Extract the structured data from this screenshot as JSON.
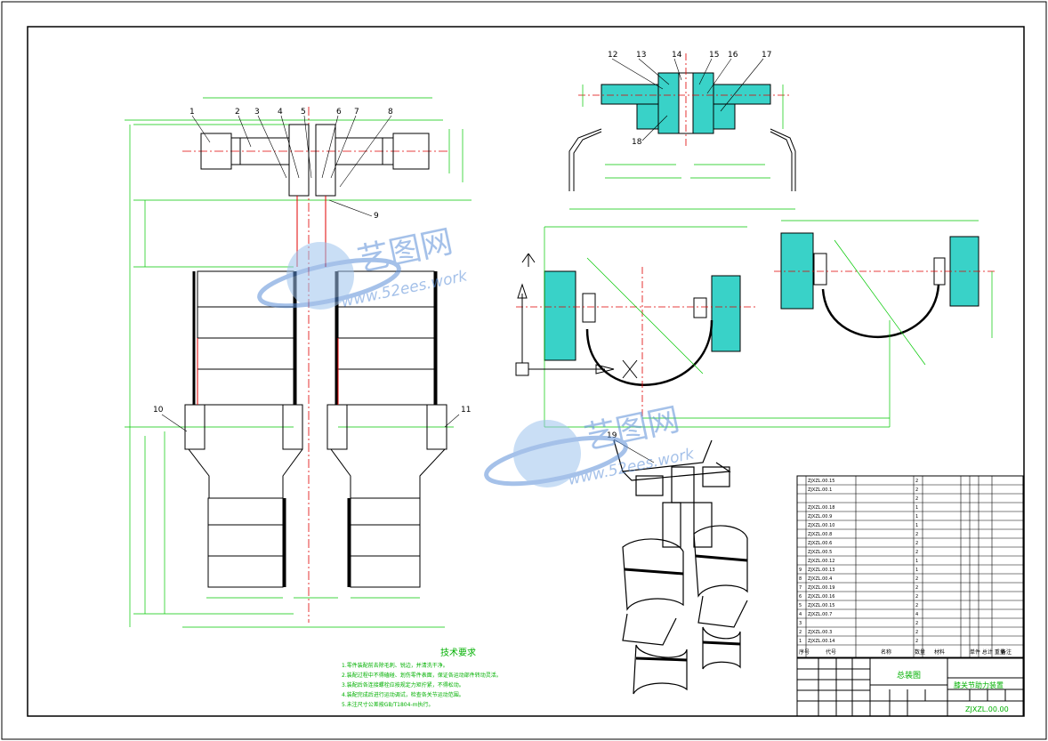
{
  "callouts": [
    "1",
    "2",
    "3",
    "4",
    "5",
    "6",
    "7",
    "8",
    "9",
    "10",
    "11",
    "12",
    "13",
    "14",
    "15",
    "16",
    "17",
    "18",
    "19"
  ],
  "tech_requirements": {
    "heading": "技术要求",
    "lines": [
      "1.零件装配前去除毛刺、锐边，并清洗干净。",
      "2.装配过程中不得磕碰、划伤零件表面，保证各运动部件转动灵活。",
      "3.装配后各连接螺栓应按规定力矩拧紧，不得松动。",
      "4.装配完成后进行运动调试，检查各关节运动范围。",
      "5.未注尺寸公差按GB/T1804-m执行。"
    ]
  },
  "bom": {
    "rows": [
      {
        "no": "",
        "code": "ZJXZL.00.15",
        "name": "",
        "qty": "2",
        "material": ""
      },
      {
        "no": "",
        "code": "ZJXZL.00.1",
        "name": "",
        "qty": "2",
        "material": ""
      },
      {
        "no": "",
        "code": "",
        "name": "",
        "qty": "2",
        "material": ""
      },
      {
        "no": "",
        "code": "ZJXZL.00.18",
        "name": "",
        "qty": "1",
        "material": ""
      },
      {
        "no": "",
        "code": "ZJXZL.00.9",
        "name": "",
        "qty": "1",
        "material": ""
      },
      {
        "no": "",
        "code": "ZJXZL.00.10",
        "name": "",
        "qty": "1",
        "material": ""
      },
      {
        "no": "",
        "code": "ZJXZL.00.8",
        "name": "",
        "qty": "2",
        "material": ""
      },
      {
        "no": "",
        "code": "ZJXZL.00.6",
        "name": "",
        "qty": "2",
        "material": ""
      },
      {
        "no": "",
        "code": "ZJXZL.00.5",
        "name": "",
        "qty": "2",
        "material": ""
      },
      {
        "no": "",
        "code": "ZJXZL.00.12",
        "name": "",
        "qty": "1",
        "material": ""
      },
      {
        "no": "9",
        "code": "ZJXZL.00.13",
        "name": "",
        "qty": "1",
        "material": ""
      },
      {
        "no": "8",
        "code": "ZJXZL.00.4",
        "name": "",
        "qty": "2",
        "material": ""
      },
      {
        "no": "7",
        "code": "ZJXZL.00.19",
        "name": "",
        "qty": "2",
        "material": ""
      },
      {
        "no": "6",
        "code": "ZJXZL.00.16",
        "name": "",
        "qty": "2",
        "material": ""
      },
      {
        "no": "5",
        "code": "ZJXZL.00.15",
        "name": "",
        "qty": "2",
        "material": ""
      },
      {
        "no": "4",
        "code": "ZJXZL.00.7",
        "name": "",
        "qty": "4",
        "material": ""
      },
      {
        "no": "3",
        "code": "",
        "name": "",
        "qty": "2",
        "material": ""
      },
      {
        "no": "2",
        "code": "ZJXZL.00.3",
        "name": "",
        "qty": "2",
        "material": ""
      },
      {
        "no": "1",
        "code": "ZJXZL.00.14",
        "name": "",
        "qty": "2",
        "material": ""
      }
    ],
    "headers": {
      "no": "序号",
      "code": "代号",
      "name": "名称",
      "qty": "数量",
      "material": "材料",
      "weight": "单件 总计 重量",
      "remark": "备注"
    }
  },
  "title_block": {
    "drawing_type": "总装图",
    "title": "膝关节助力装置",
    "drawing_number": "ZJXZL.00.00"
  },
  "watermark": {
    "brand": "艺图网",
    "site": "www.52ees.work"
  },
  "colors": {
    "outline": "#000000",
    "dimension": "#00c800",
    "center": "#e00000",
    "fill": "#39d2c8",
    "text": "#00b000",
    "watermark": "#5c90d8"
  }
}
